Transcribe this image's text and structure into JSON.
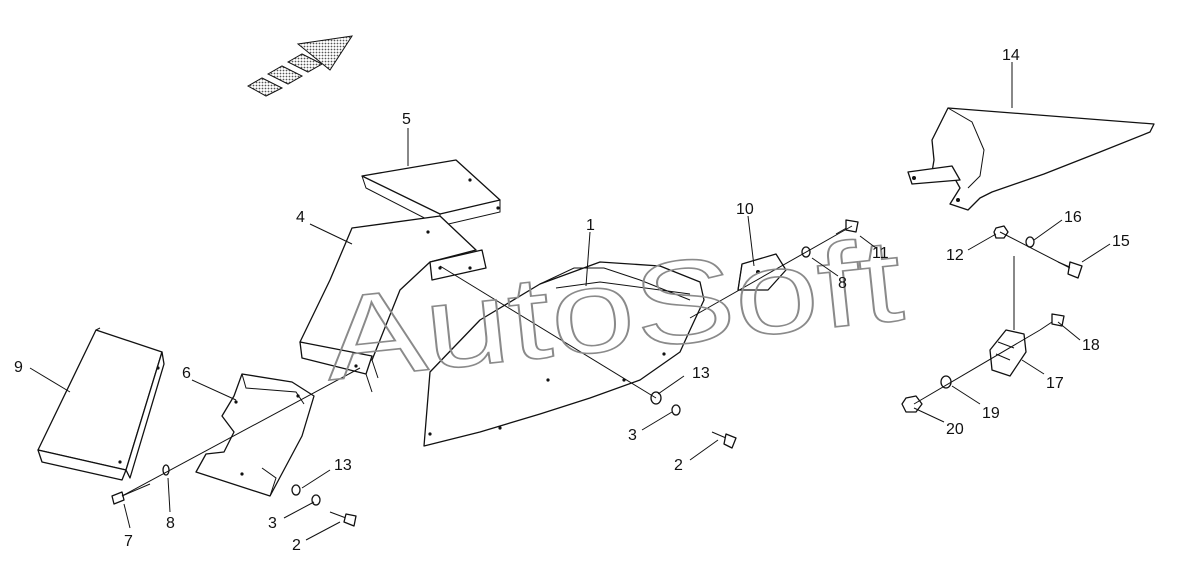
{
  "watermark": "AutoSoft",
  "callouts": {
    "c1": "1",
    "c2a": "2",
    "c2b": "2",
    "c3a": "3",
    "c3b": "3",
    "c4": "4",
    "c5": "5",
    "c6": "6",
    "c7": "7",
    "c8a": "8",
    "c8b": "8",
    "c9": "9",
    "c10": "10",
    "c11": "11",
    "c12": "12",
    "c13a": "13",
    "c13b": "13",
    "c14": "14",
    "c15": "15",
    "c16": "16",
    "c17": "17",
    "c18": "18",
    "c19": "19",
    "c20": "20"
  }
}
